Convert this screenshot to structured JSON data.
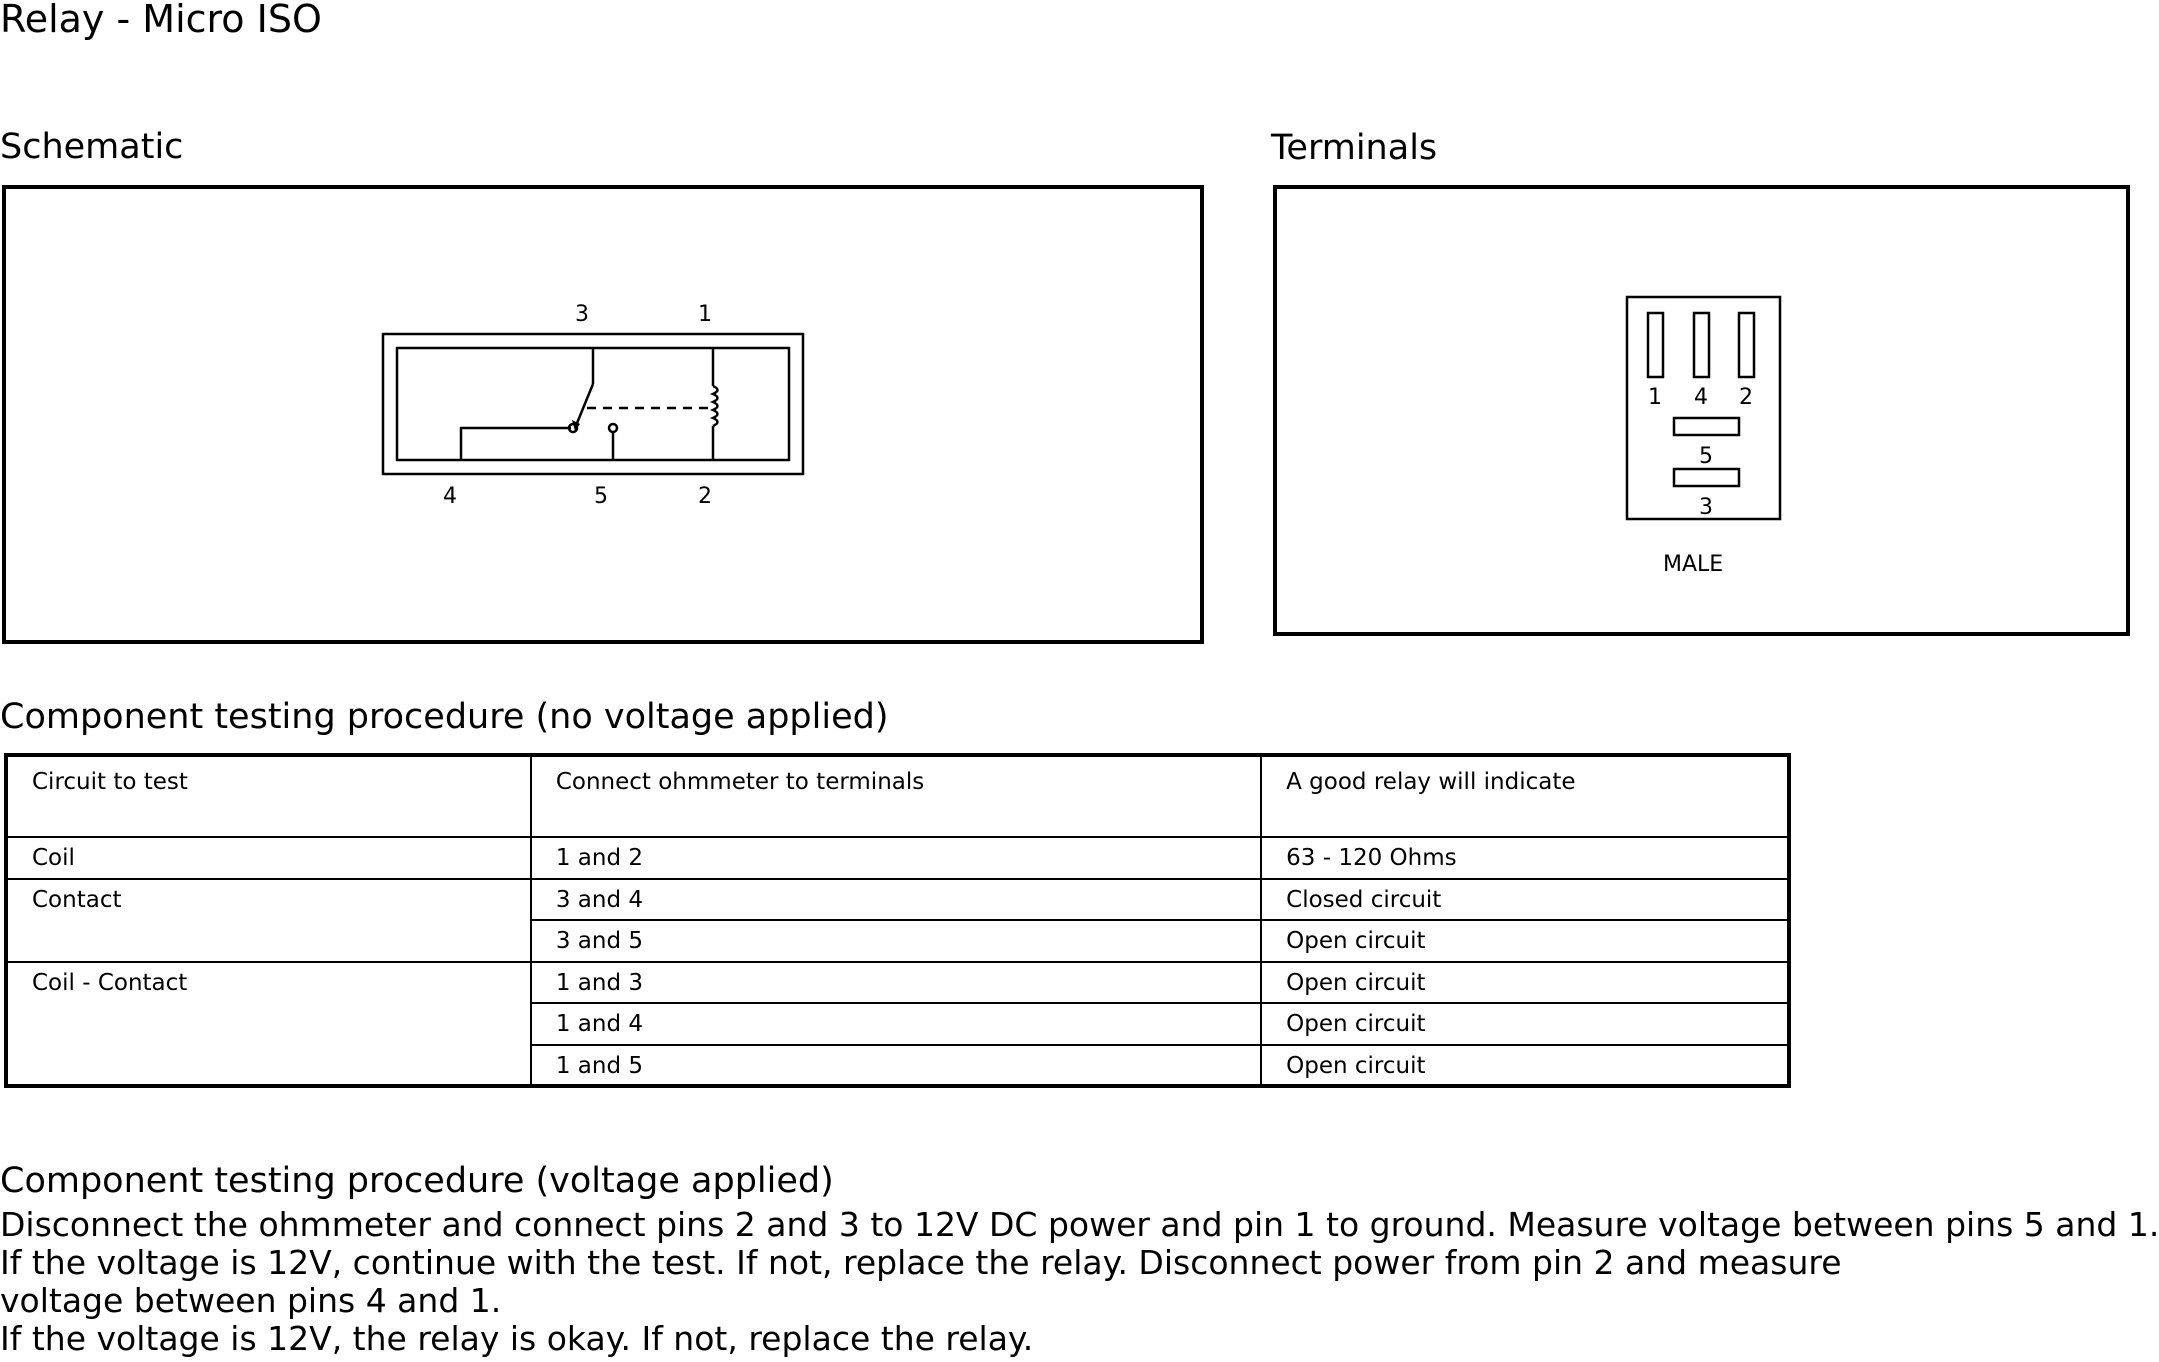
{
  "title": "Relay - Micro ISO",
  "schematic": {
    "heading": "Schematic",
    "top_labels": [
      "3",
      "1"
    ],
    "bottom_labels": [
      "4",
      "5",
      "2"
    ]
  },
  "terminals": {
    "heading": "Terminals",
    "pin_labels": [
      "1",
      "4",
      "2"
    ],
    "pin5_label": "5",
    "pin3_label": "3",
    "gender": "MALE"
  },
  "testing_no_voltage": {
    "heading": "Component testing procedure (no voltage applied)",
    "columns": [
      "Circuit to test",
      "Connect ohmmeter to terminals",
      "A good relay will indicate"
    ],
    "rows": [
      {
        "circuit": "Coil",
        "terminals": "1 and 2",
        "indication": "63 - 120 Ohms"
      },
      {
        "circuit": "Contact",
        "terminals": "3 and 4",
        "indication": "Closed circuit"
      },
      {
        "circuit": "",
        "terminals": "3 and 5",
        "indication": "Open circuit"
      },
      {
        "circuit": "Coil - Contact",
        "terminals": "1 and 3",
        "indication": "Open circuit"
      },
      {
        "circuit": "",
        "terminals": "1 and 4",
        "indication": "Open circuit"
      },
      {
        "circuit": "",
        "terminals": "1 and 5",
        "indication": "Open circuit"
      }
    ]
  },
  "testing_voltage": {
    "heading": "Component testing procedure (voltage applied)",
    "lines": [
      "Disconnect the ohmmeter and connect pins 2 and 3 to 12V DC power and pin 1 to ground. Measure voltage between pins 5 and 1.",
      "If the voltage is 12V, continue with the test. If not, replace the relay. Disconnect power from pin 2 and measure",
      "voltage between pins 4 and 1.",
      "If the voltage is 12V, the relay is okay. If not, replace the relay."
    ]
  }
}
